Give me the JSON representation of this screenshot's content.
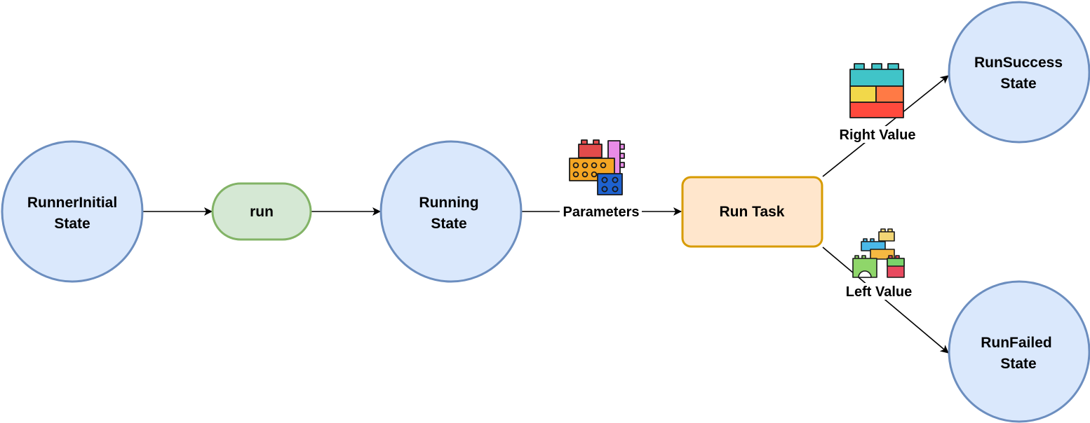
{
  "colors": {
    "state_fill": "#dae8fc",
    "state_stroke": "#6c8ebf",
    "action_fill": "#d5e8d4",
    "action_stroke": "#82b366",
    "task_fill": "#ffe6cc",
    "task_stroke": "#d79b00",
    "edge": "#000000"
  },
  "nodes": {
    "runner_initial": {
      "line1": "RunnerInitial",
      "line2": "State"
    },
    "run": {
      "label": "run"
    },
    "running": {
      "line1": "Running",
      "line2": "State"
    },
    "run_task": {
      "label": "Run Task"
    },
    "run_success": {
      "line1": "RunSuccess",
      "line2": "State"
    },
    "run_failed": {
      "line1": "RunFailed",
      "line2": "State"
    }
  },
  "edges": {
    "parameters": {
      "label": "Parameters",
      "icon": "toy-bricks-icon"
    },
    "right_value": {
      "label": "Right Value",
      "icon": "brick-stack-icon"
    },
    "left_value": {
      "label": "Left Value",
      "icon": "brick-castle-icon"
    }
  }
}
